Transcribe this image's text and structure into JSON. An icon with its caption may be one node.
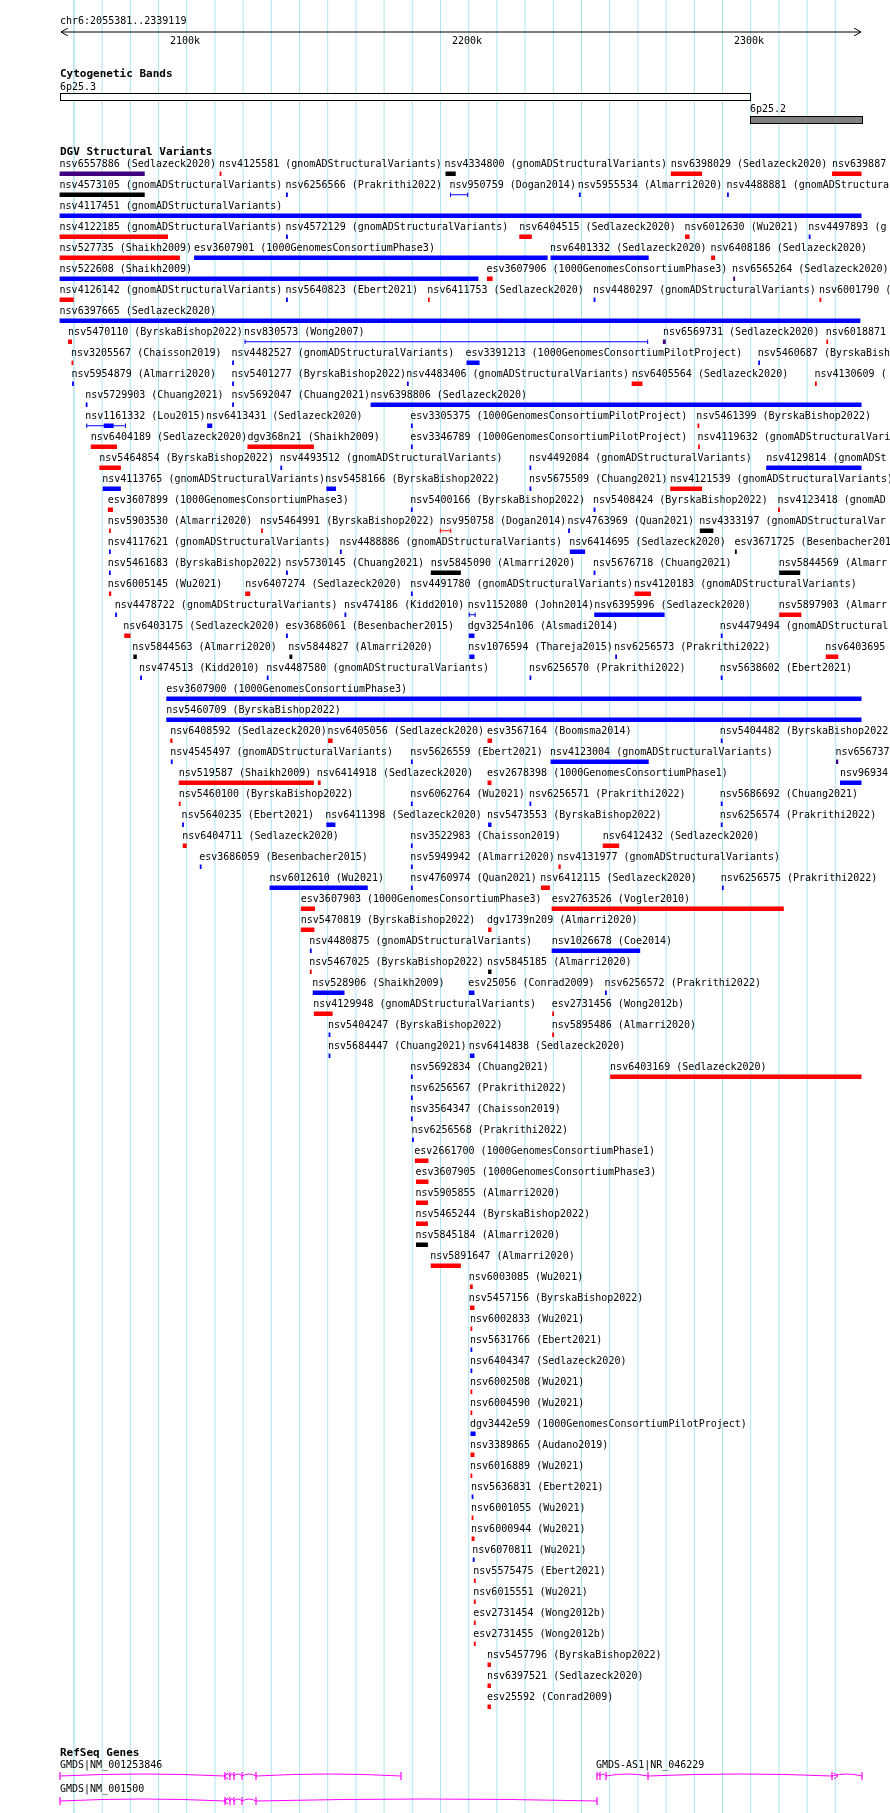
{
  "diagram": {
    "labels": [
      "chr6:2055381..2339119",
      "2100k",
      "2200k",
      "2300k",
      "Cytogenetic Bands",
      "6p25.3",
      "6p25.2",
      "DGV Structural Variants",
      "nsv6557886 (Sedlazeck2020)",
      "nsv4125581 (gnomADStructuralVariants)",
      "nsv4334800 (gnomADStructuralVariants)",
      "nsv6398029 (Sedlazeck2020)",
      "nsv639887",
      "nsv4573105 (gnomADStructuralVariants)",
      "nsv6256566 (Prakrithi2022)",
      "nsv950759 (Dogan2014)",
      "nsv5955534 (Almarri2020)",
      "nsv4488881 (gnomADStructura",
      "nsv4117451 (gnomADStructuralVariants)",
      "nsv4122185 (gnomADStructuralVariants)",
      "nsv4572129 (gnomADStructuralVariants)",
      "nsv6404515 (Sedlazeck2020)",
      "nsv6012630 (Wu2021)",
      "nsv4497893 (g",
      "nsv527735 (Shaikh2009)",
      "esv3607901 (1000GenomesConsortiumPhase3)",
      "nsv6401332 (Sedlazeck2020)",
      "nsv6408186 (Sedlazeck2020)",
      "nsv522608 (Shaikh2009)",
      "esv3607906 (1000GenomesConsortiumPhase3)",
      "nsv6565264 (Sedlazeck2020)",
      "nsv4126142 (gnomADStructuralVariants)",
      "nsv5640823 (Ebert2021)",
      "nsv6411753 (Sedlazeck2020)",
      "nsv4480297 (gnomADStructuralVariants)",
      "nsv6001790 (",
      "nsv6397665 (Sedlazeck2020)",
      "nsv5470110 (ByrskaBishop2022)",
      "nsv830573 (Wong2007)",
      "nsv6569731 (Sedlazeck2020)",
      "nsv6018871",
      "nsv3205567 (Chaisson2019)",
      "nsv4482527 (gnomADStructuralVariants)",
      "esv3391213 (1000GenomesConsortiumPilotProject)",
      "nsv5460687 (ByrskaBish",
      "nsv5954879 (Almarri2020)",
      "nsv5401277 (ByrskaBishop2022)",
      "nsv4483406 (gnomADStructuralVariants)",
      "nsv6405564 (Sedlazeck2020)",
      "nsv4130609 (",
      "nsv5729903 (Chuang2021)",
      "nsv5692047 (Chuang2021)",
      "nsv6398806 (Sedlazeck2020)",
      "nsv1161332 (Lou2015)",
      "nsv6413431 (Sedlazeck2020)",
      "esv3305375 (1000GenomesConsortiumPilotProject)",
      "nsv5461399 (ByrskaBishop2022)",
      "nsv6404189 (Sedlazeck2020)",
      "dgv368n21 (Shaikh2009)",
      "esv3346789 (1000GenomesConsortiumPilotProject)",
      "nsv4119632 (gnomADStructuralVari",
      "nsv5464854 (ByrskaBishop2022)",
      "nsv4493512 (gnomADStructuralVariants)",
      "nsv4492084 (gnomADStructuralVariants)",
      "nsv4129814 (gnomADSt",
      "nsv4113765 (gnomADStructuralVariants)",
      "nsv5458166 (ByrskaBishop2022)",
      "nsv5675509 (Chuang2021)",
      "nsv4121539 (gnomADStructuralVariants)",
      "esv3607899 (1000GenomesConsortiumPhase3)",
      "nsv5400166 (ByrskaBishop2022)",
      "nsv5408424 (ByrskaBishop2022)",
      "nsv4123418 (gnomAD",
      "nsv5903530 (Almarri2020)",
      "nsv5464991 (ByrskaBishop2022)",
      "nsv950758 (Dogan2014)",
      "nsv4763969 (Quan2021)",
      "nsv4333197 (gnomADStructuralVar",
      "nsv4117621 (gnomADStructuralVariants)",
      "nsv4488886 (gnomADStructuralVariants)",
      "nsv6414695 (Sedlazeck2020)",
      "esv3671725 (Besenbacher201",
      "nsv5461683 (ByrskaBishop2022)",
      "nsv5730145 (Chuang2021)",
      "nsv5845090 (Almarri2020)",
      "nsv5676718 (Chuang2021)",
      "nsv5844569 (Almarr",
      "nsv6005145 (Wu2021)",
      "nsv6407274 (Sedlazeck2020)",
      "nsv4491780 (gnomADStructuralVariants)",
      "nsv4120183 (gnomADStructuralVariants)",
      "nsv4478722 (gnomADStructuralVariants)",
      "nsv474186 (Kidd2010)",
      "nsv1152080 (John2014)",
      "nsv6395996 (Sedlazeck2020)",
      "nsv5897903 (Almarr",
      "nsv6403175 (Sedlazeck2020)",
      "esv3686061 (Besenbacher2015)",
      "dgv3254n106 (Alsmadi2014)",
      "nsv4479494 (gnomADStructural",
      "nsv5844563 (Almarri2020)",
      "nsv5844827 (Almarri2020)",
      "nsv1076594 (Thareja2015)",
      "nsv6256573 (Prakrithi2022)",
      "nsv6403695",
      "nsv474513 (Kidd2010)",
      "nsv4487580 (gnomADStructuralVariants)",
      "nsv6256570 (Prakrithi2022)",
      "nsv5638602 (Ebert2021)",
      "esv3607900 (1000GenomesConsortiumPhase3)",
      "nsv5460709 (ByrskaBishop2022)",
      "nsv6408592 (Sedlazeck2020)",
      "nsv6405056 (Sedlazeck2020)",
      "esv3567164 (Boomsma2014)",
      "nsv5404482 (ByrskaBishop2022",
      "nsv4545497 (gnomADStructuralVariants)",
      "nsv5626559 (Ebert2021)",
      "nsv4123004 (gnomADStructuralVariants)",
      "nsv656737",
      "nsv519587 (Shaikh2009)",
      "nsv6414918 (Sedlazeck2020)",
      "esv2678398 (1000GenomesConsortiumPhase1)",
      "nsv96934",
      "nsv5460100 (ByrskaBishop2022)",
      "nsv6062764 (Wu2021)",
      "nsv6256571 (Prakrithi2022)",
      "nsv5686692 (Chuang2021)",
      "nsv5640235 (Ebert2021)",
      "nsv6411398 (Sedlazeck2020)",
      "nsv5473553 (ByrskaBishop2022)",
      "nsv6256574 (Prakrithi2022)",
      "nsv6404711 (Sedlazeck2020)",
      "nsv3522983 (Chaisson2019)",
      "nsv6412432 (Sedlazeck2020)",
      "esv3686059 (Besenbacher2015)",
      "nsv5949942 (Almarri2020)",
      "nsv4131977 (gnomADStructuralVariants)",
      "nsv6012610 (Wu2021)",
      "nsv4760974 (Quan2021)",
      "nsv6412115 (Sedlazeck2020)",
      "nsv6256575 (Prakrithi2022)",
      "esv3607903 (1000GenomesConsortiumPhase3)",
      "esv2763526 (Vogler2010)",
      "nsv5470819 (ByrskaBishop2022)",
      "dgv1739n209 (Almarri2020)",
      "nsv4480875 (gnomADStructuralVariants)",
      "nsv1026678 (Coe2014)",
      "nsv5467025 (ByrskaBishop2022)",
      "nsv5845185 (Almarri2020)",
      "nsv528906 (Shaikh2009)",
      "esv25056 (Conrad2009)",
      "nsv6256572 (Prakrithi2022)",
      "nsv4129948 (gnomADStructuralVariants)",
      "esv2731456 (Wong2012b)",
      "nsv5404247 (ByrskaBishop2022)",
      "nsv5895486 (Almarri2020)",
      "nsv5684447 (Chuang2021)",
      "nsv6414838 (Sedlazeck2020)",
      "nsv5692834 (Chuang2021)",
      "nsv6403169 (Sedlazeck2020)",
      "nsv6256567 (Prakrithi2022)",
      "nsv3564347 (Chaisson2019)",
      "nsv6256568 (Prakrithi2022)",
      "esv2661700 (1000GenomesConsortiumPhase1)",
      "esv3607905 (1000GenomesConsortiumPhase3)",
      "nsv5905855 (Almarri2020)",
      "nsv5465244 (ByrskaBishop2022)",
      "nsv5845184 (Almarri2020)",
      "nsv5891647 (Almarri2020)",
      "nsv6003085 (Wu2021)",
      "nsv5457156 (ByrskaBishop2022)",
      "nsv6002833 (Wu2021)",
      "nsv5631766 (Ebert2021)",
      "nsv6404347 (Sedlazeck2020)",
      "nsv6002508 (Wu2021)",
      "nsv6004590 (Wu2021)",
      "dgv3442e59 (1000GenomesConsortiumPilotProject)",
      "nsv3389865 (Audano2019)",
      "nsv6016889 (Wu2021)",
      "nsv5636831 (Ebert2021)",
      "nsv6001055 (Wu2021)",
      "nsv6000944 (Wu2021)",
      "nsv6070811 (Wu2021)",
      "nsv5575475 (Ebert2021)",
      "nsv6015551 (Wu2021)",
      "esv2731454 (Wong2012b)",
      "esv2731455 (Wong2012b)",
      "nsv5457796 (ByrskaBishop2022)",
      "nsv6397521 (Sedlazeck2020)",
      "esv25592 (Conrad2009)",
      "RefSeq Genes",
      "GMDS|NM_001253846",
      "GMDS-AS1|NR_046229",
      "GMDS|NM_001500"
    ]
  }
}
